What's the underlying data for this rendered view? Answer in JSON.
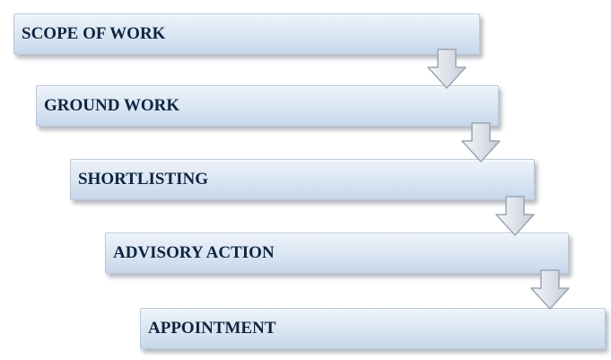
{
  "diagram": {
    "steps": [
      {
        "label": "SCOPE OF WORK"
      },
      {
        "label": "GROUND WORK"
      },
      {
        "label": "SHORTLISTING"
      },
      {
        "label": "ADVISORY ACTION"
      },
      {
        "label": "APPOINTMENT"
      }
    ],
    "colors": {
      "box_fill_top": "#eef3fa",
      "box_fill_bottom": "#c7d7ea",
      "text": "#0f2440",
      "arrow_fill": "#dde3ea",
      "arrow_stroke": "#9aa6b3"
    }
  }
}
